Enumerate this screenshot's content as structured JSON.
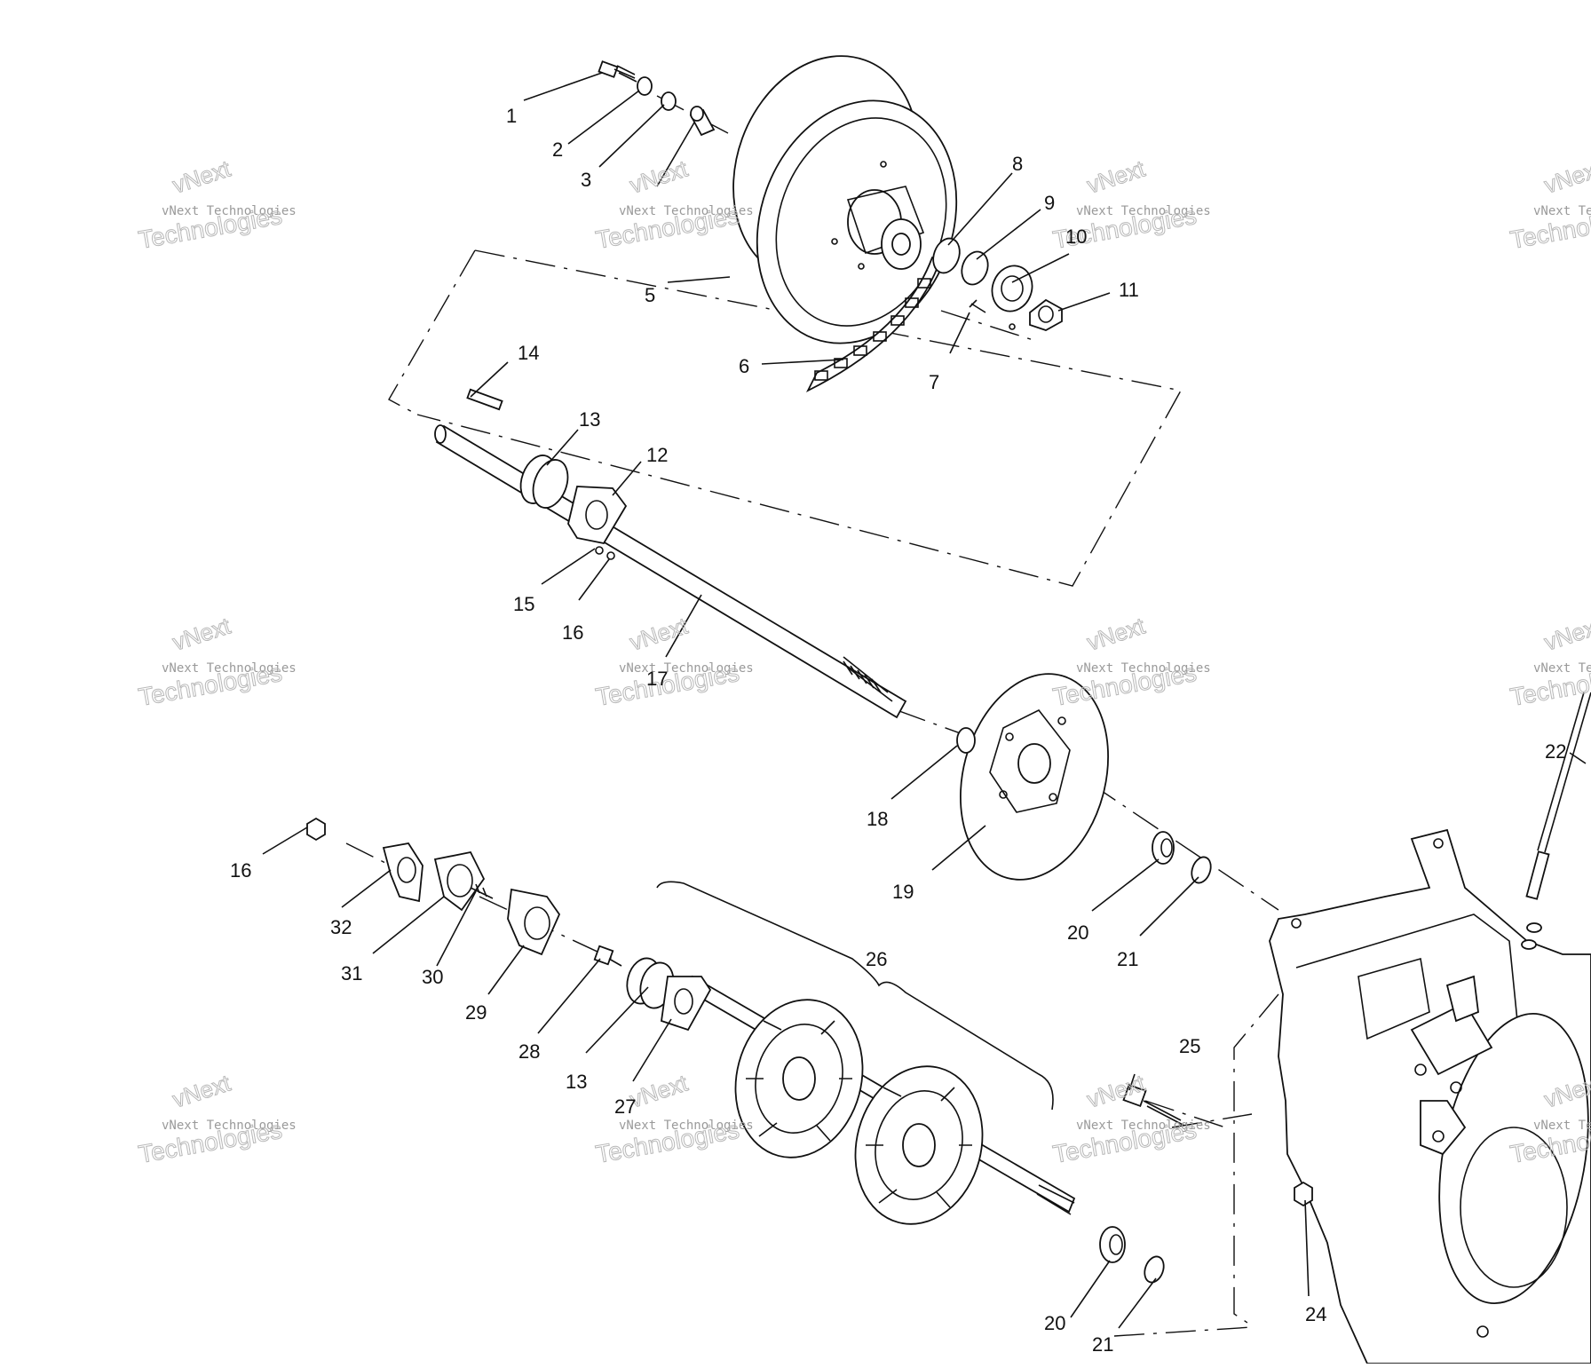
{
  "callouts": [
    "1",
    "2",
    "3",
    "5",
    "6",
    "7",
    "8",
    "9",
    "10",
    "11",
    "14",
    "13",
    "12",
    "15",
    "16",
    "17",
    "22",
    "18",
    "19",
    "20",
    "21",
    "16",
    "32",
    "31",
    "30",
    "29",
    "26",
    "28",
    "13",
    "27",
    "25",
    "24",
    "20",
    "21"
  ],
  "watermark": {
    "line1": "vNext",
    "line2": "vNext Technologies",
    "line3": "Technologies"
  }
}
